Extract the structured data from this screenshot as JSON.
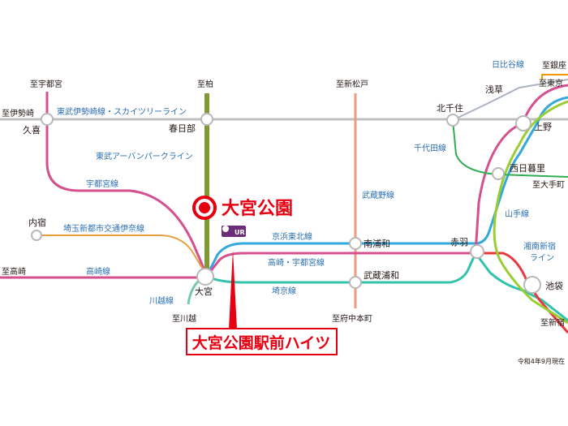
{
  "colors": {
    "tobu_isesaki": "#bfbfbf",
    "tobu_urban_park": "#7f9a34",
    "musashino": "#ee9980",
    "utsunomiya_takasaki": "#d4508e",
    "new_shuttle": "#e7a040",
    "keihin_tohoku": "#33a8dd",
    "keiyo_line": "#33c2ad",
    "kawagoe_line": "#76c9a8",
    "yamanote": "#9acd32",
    "shonan_shinjuku": "#e8383d",
    "chiyoda": "#2fae53",
    "hibiya": "#aab4c0",
    "ginza": "#f39700",
    "pin_red": "#e60012",
    "ur_badge": "#6b2c78",
    "callout_text": "#e60012",
    "label_blue": "#2a6fb2",
    "label_dark": "#231815",
    "station_fill": "#ffffff",
    "station_stroke": "#b8b8b8"
  },
  "lines": {
    "tobu_isesaki": "東武伊勢崎線・スカイツリーライン",
    "tobu_urban_park": "東武アーバンパークライン",
    "utsunomiya": "宇都宮線",
    "new_shuttle": "埼玉新都市交通伊奈線",
    "takasaki": "高崎線",
    "musashino": "武蔵野線",
    "keihin_tohoku": "京浜東北線",
    "takasaki_utsunomiya": "高崎・宇都宮線",
    "saikyo": "埼京線",
    "kawagoe": "川越線",
    "chiyoda": "千代田線",
    "yamanote": "山手線",
    "shonan_shinjuku_1": "湘南新宿",
    "shonan_shinjuku_2": "ライン",
    "hibiya": "日比谷線"
  },
  "stations": {
    "kuki": "久喜",
    "kasukabe": "春日部",
    "kitasenju": "北千住",
    "asakusa": "浅草",
    "ueno": "上野",
    "nishinippori": "西日暮里",
    "naijuku": "内宿",
    "omiya": "大宮",
    "minamiurawa": "南浦和",
    "musashiurawa": "武蔵浦和",
    "akabane": "赤羽",
    "ikebukuro": "池袋"
  },
  "directions": {
    "to_utsunomiya": "至宇都宮",
    "to_kashiwa": "至柏",
    "to_shinmatsudo": "至新松戸",
    "to_isesaki": "至伊勢崎",
    "to_ginza": "至銀座",
    "to_tokyo": "至東京",
    "to_otemachi": "至大手町",
    "to_takasaki": "至高崎",
    "to_kawagoe": "至川越",
    "to_fuchuhonmachi": "至府中本町",
    "to_shinjuku": "至新宿"
  },
  "featured_station": "大宮公園",
  "ur_logo_text": "UR",
  "property_name": "大宮公園駅前ハイツ",
  "date_note": "令和4年9月現在"
}
